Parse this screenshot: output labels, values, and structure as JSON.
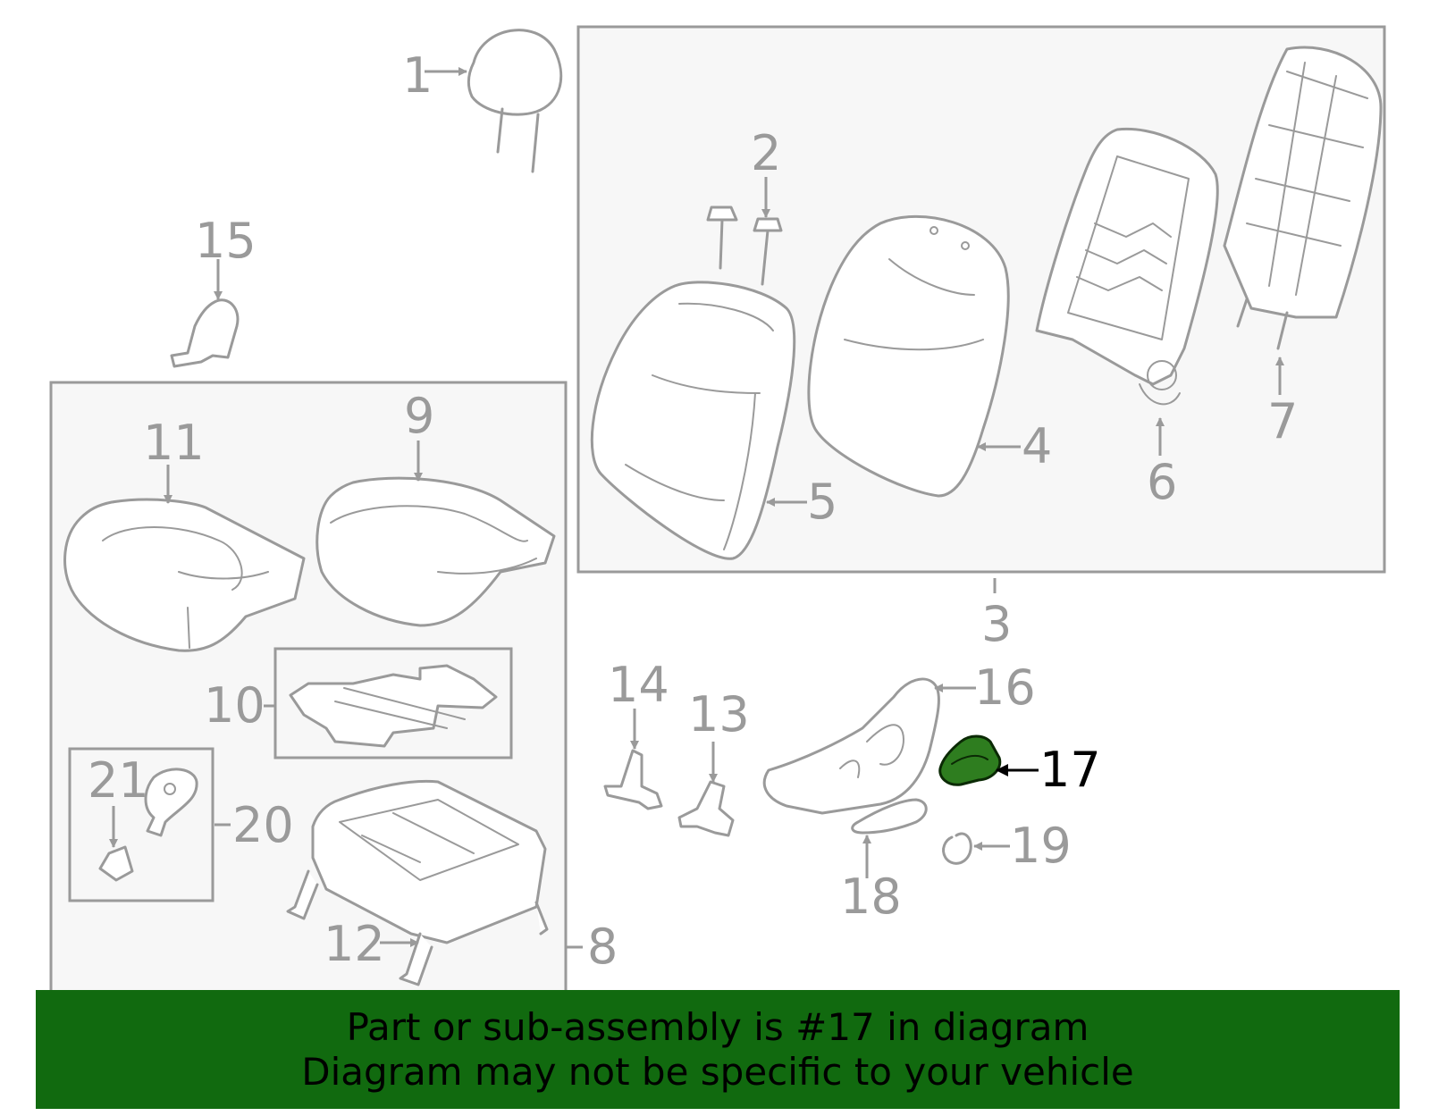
{
  "callouts": {
    "c1": "1",
    "c2": "2",
    "c3": "3",
    "c4": "4",
    "c5": "5",
    "c6": "6",
    "c7": "7",
    "c8": "8",
    "c9": "9",
    "c10": "10",
    "c11": "11",
    "c12": "12",
    "c13": "13",
    "c14": "14",
    "c15": "15",
    "c16": "16",
    "c17": "17",
    "c18": "18",
    "c19": "19",
    "c20": "20",
    "c21": "21"
  },
  "highlighted_part": "17",
  "colors": {
    "highlight_fill": "#2e7d1f",
    "banner_background": "#116a0f",
    "line_gray": "#9a9a9a"
  },
  "banner": {
    "line1": "Part or sub-assembly is #17 in diagram",
    "line2": "Diagram may not be specific to your vehicle"
  }
}
